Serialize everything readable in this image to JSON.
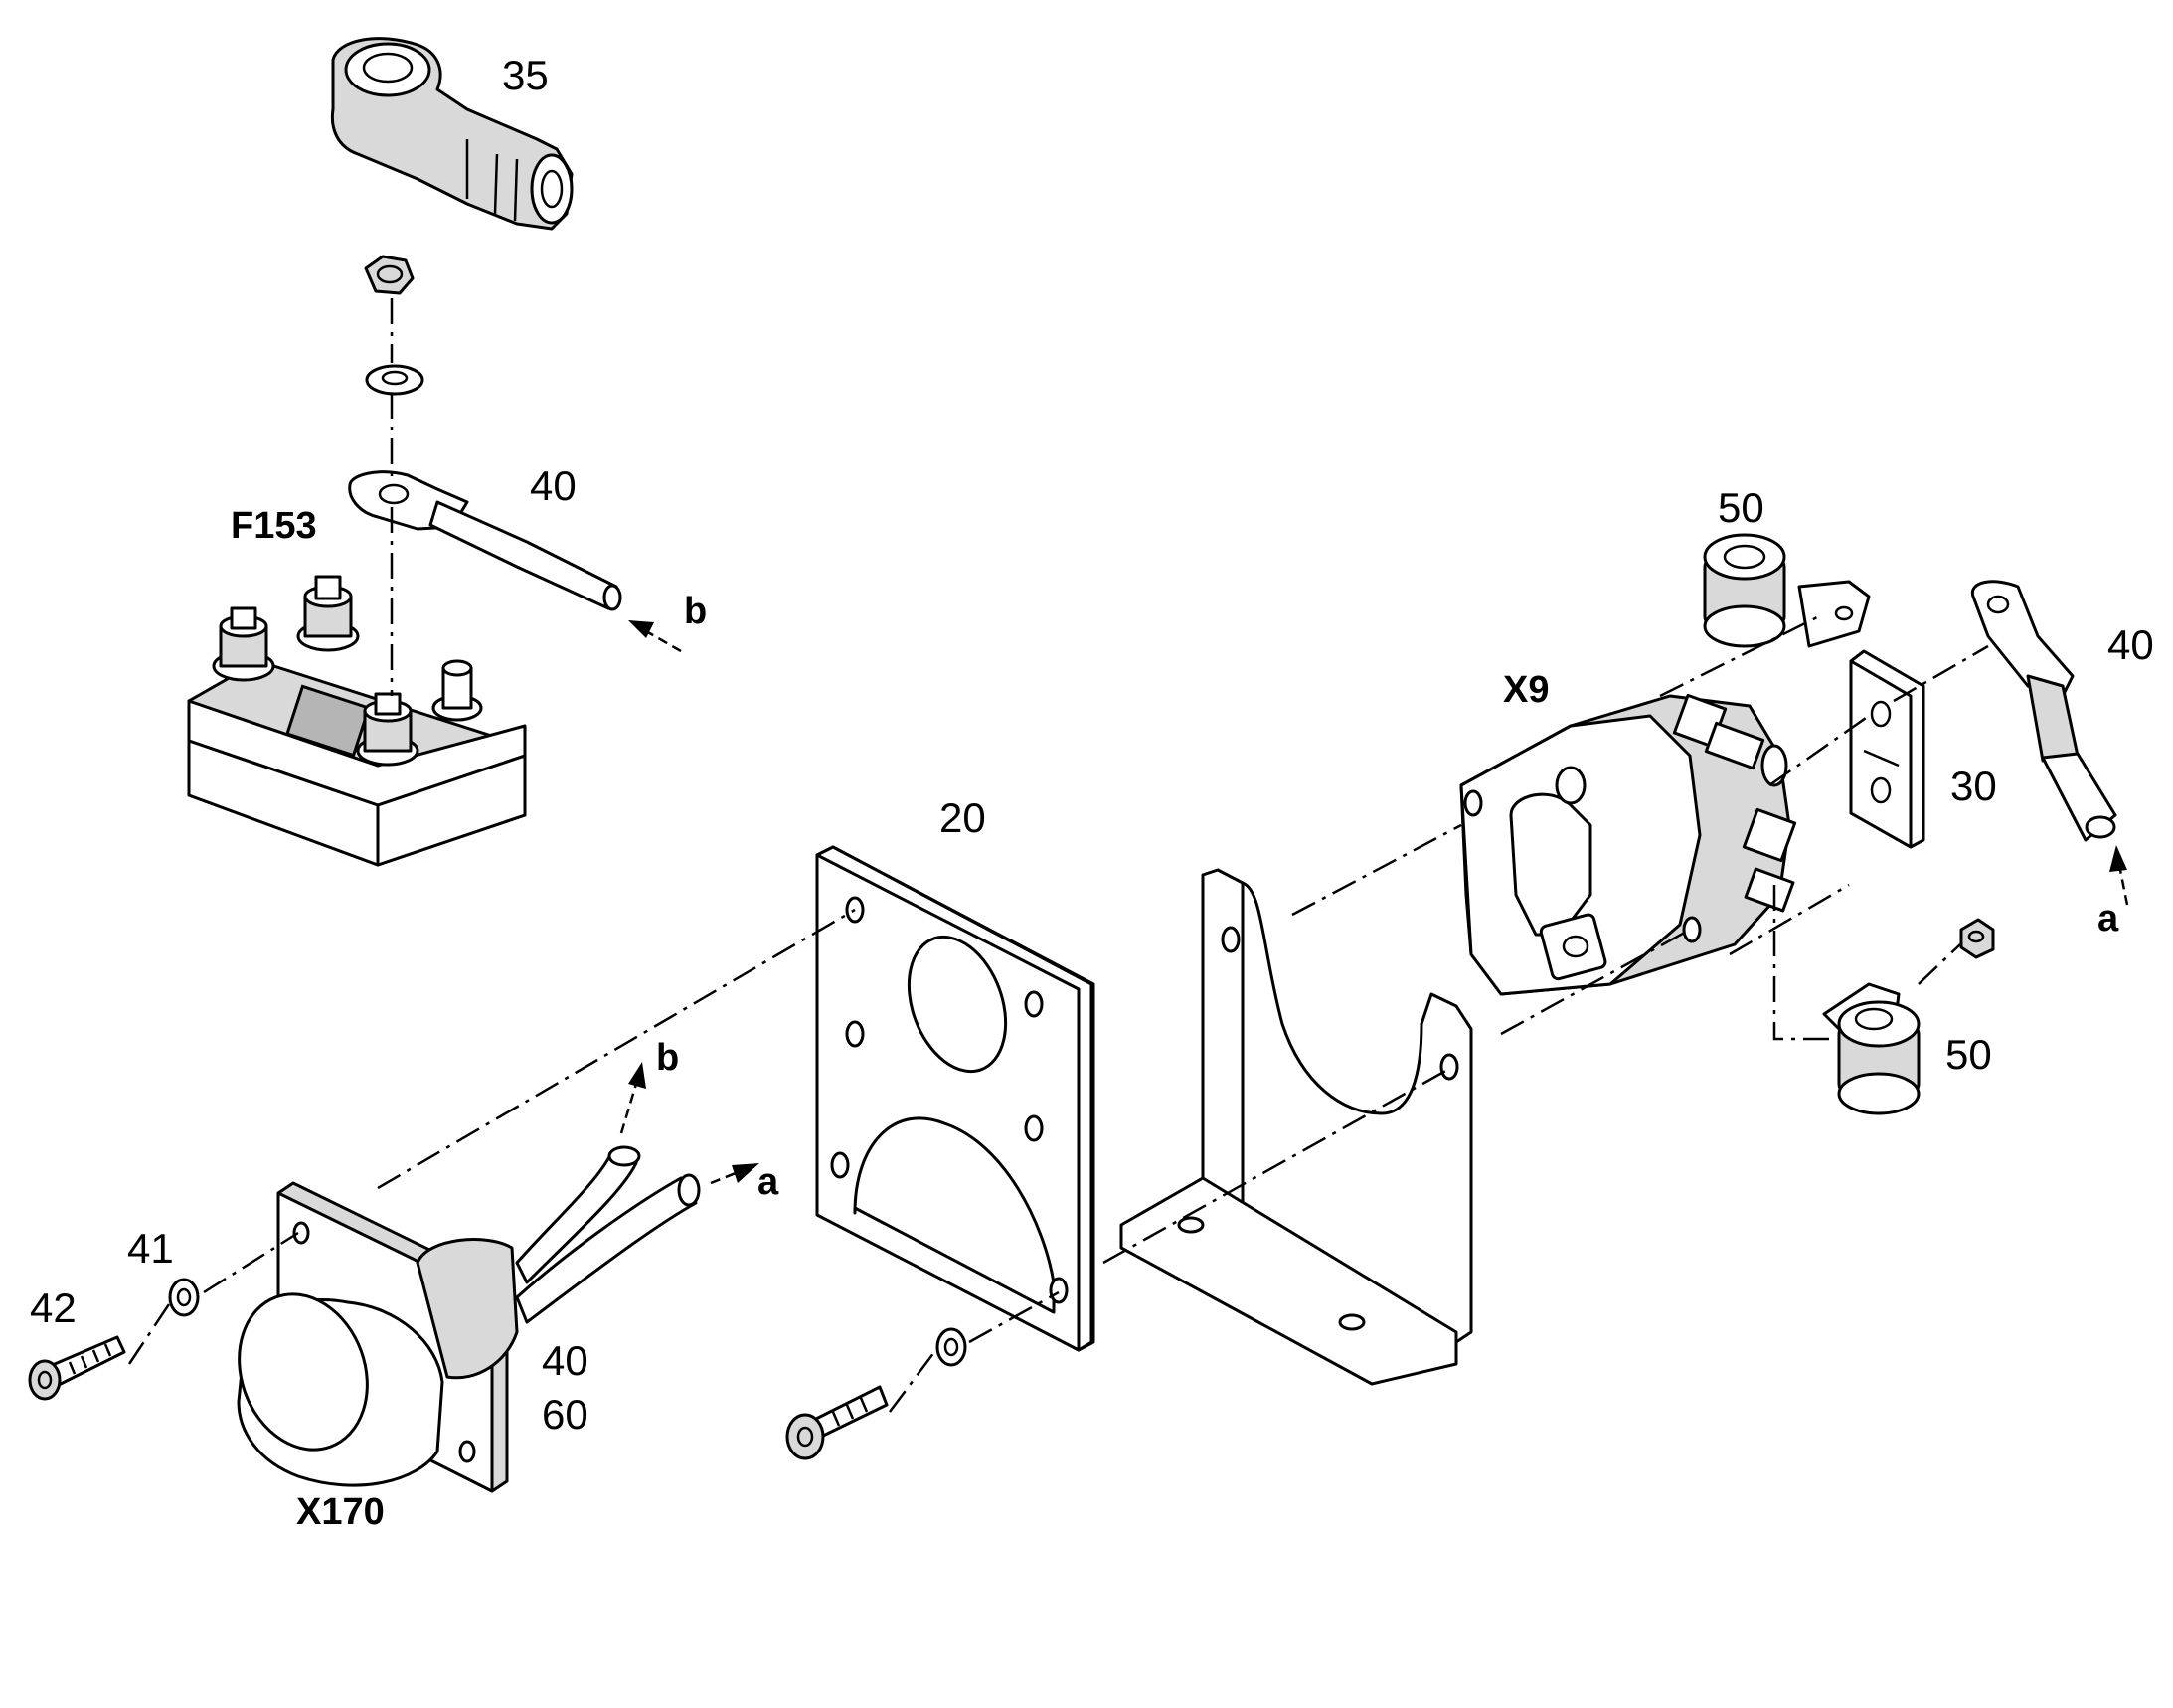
{
  "diagram": {
    "part_numbers": {
      "p35": "35",
      "p40_top": "40",
      "p50_top": "50",
      "p40_right": "40",
      "p30": "30",
      "p50_bottom": "50",
      "p20": "20",
      "p41": "41",
      "p42": "42",
      "p40_bottom": "40",
      "p60": "60"
    },
    "references": {
      "f153": "F153",
      "x9": "X9",
      "x170": "X170"
    },
    "connection_letters": {
      "b_top": "b",
      "a_right": "a",
      "b_bottom": "b",
      "a_bottom": "a"
    }
  }
}
